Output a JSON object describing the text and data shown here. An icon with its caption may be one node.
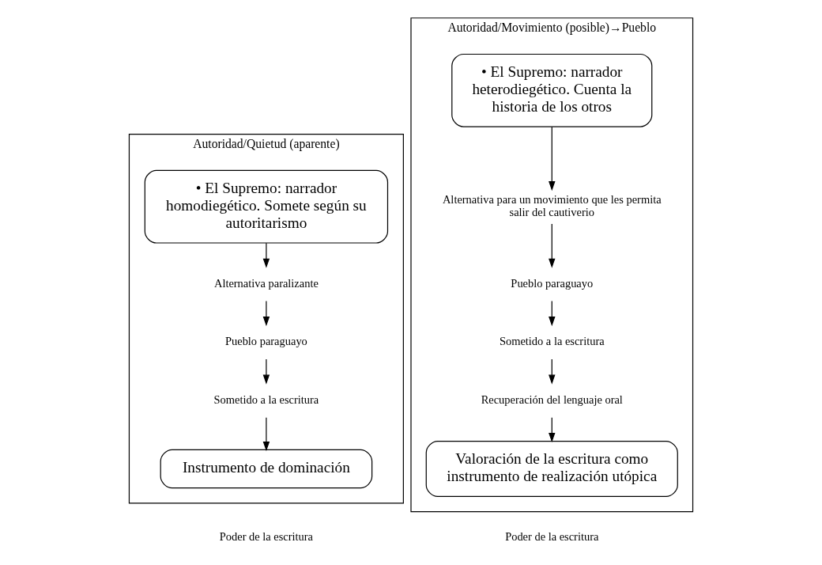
{
  "diagram": {
    "nodes": [
      {
        "text": [
          "Autoridad/Quietud (aparente)"
        ]
      },
      {
        "text": [
          "• El Supremo: narrador homodiegético. Somete según su autoritarismo"
        ],
        "in": 0
      },
      {
        "text": [
          "Alternativa paralizante"
        ],
        "in": 0
      },
      {
        "text": [
          "Pueblo paraguayo"
        ],
        "in": 0
      },
      {
        "text": [
          "Sometido a la escritura"
        ],
        "in": 0
      },
      {
        "text": [
          "Instrumento de dominación"
        ],
        "in": 0
      },
      {
        "text": [
          "Autoridad/Movimiento (posible)→Pueblo"
        ]
      },
      {
        "text": [
          "• El Supremo: narrador heterodiegético. Cuenta la historia de los otros"
        ],
        "in": 6
      },
      {
        "text": [
          "Alternativa para un movimiento que les permita salir del cautiverio"
        ],
        "in": 6
      },
      {
        "text": [
          "Pueblo paraguayo"
        ],
        "in": 6
      },
      {
        "text": [
          "Sometido a la escritura"
        ],
        "in": 6
      },
      {
        "text": [
          "Recuperación del lenguaje oral"
        ],
        "in": 6
      },
      {
        "text": [
          "Valoración de la escritura como instrumento de realización utópica"
        ],
        "in": 6
      }
    ],
    "edges": [
      {
        "from": 1,
        "to": 2,
        "arrow": "to"
      },
      {
        "from": 2,
        "to": 3,
        "arrow": "to"
      },
      {
        "from": 3,
        "to": 4,
        "arrow": "to"
      },
      {
        "from": 4,
        "to": 5,
        "arrow": "to"
      },
      {
        "from": 7,
        "to": 8,
        "arrow": "to"
      },
      {
        "from": 8,
        "to": 9,
        "arrow": "to"
      },
      {
        "from": 9,
        "to": 10,
        "arrow": "to"
      },
      {
        "from": 10,
        "to": 11,
        "arrow": "to"
      },
      {
        "from": 11,
        "to": 12,
        "arrow": "to"
      }
    ],
    "labels": [
      "Poder de la escritura",
      "Poder de la escritura"
    ]
  }
}
